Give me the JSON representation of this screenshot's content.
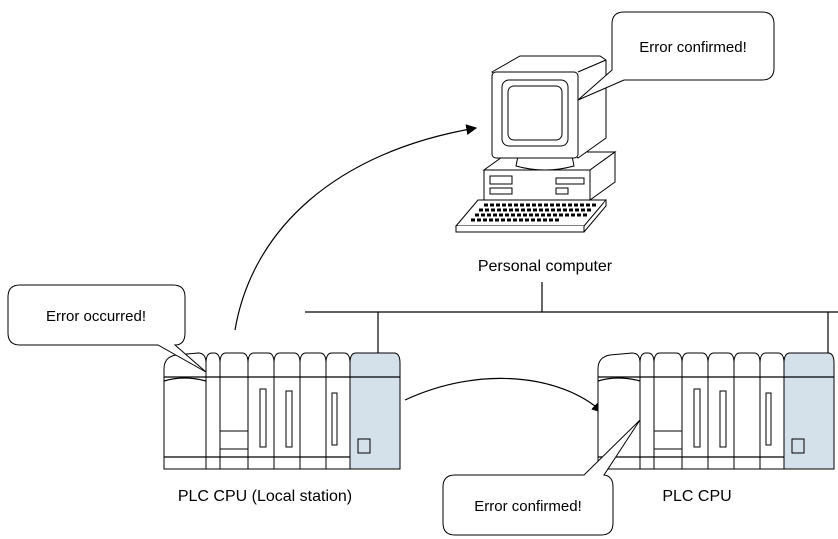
{
  "diagram": {
    "pc_bubble": "Error confirmed!",
    "pc_label": "Personal computer",
    "local_bubble": "Error occurred!",
    "local_label": "PLC CPU (Local station)",
    "remote_bubble": "Error confirmed!",
    "remote_label": "PLC CPU"
  },
  "colors": {
    "module_accent": "#d4e1ea",
    "line": "#000000"
  },
  "icons": [
    "personal-computer-icon",
    "plc-cpu-icon",
    "speech-bubble-icon",
    "arrow-icon"
  ]
}
